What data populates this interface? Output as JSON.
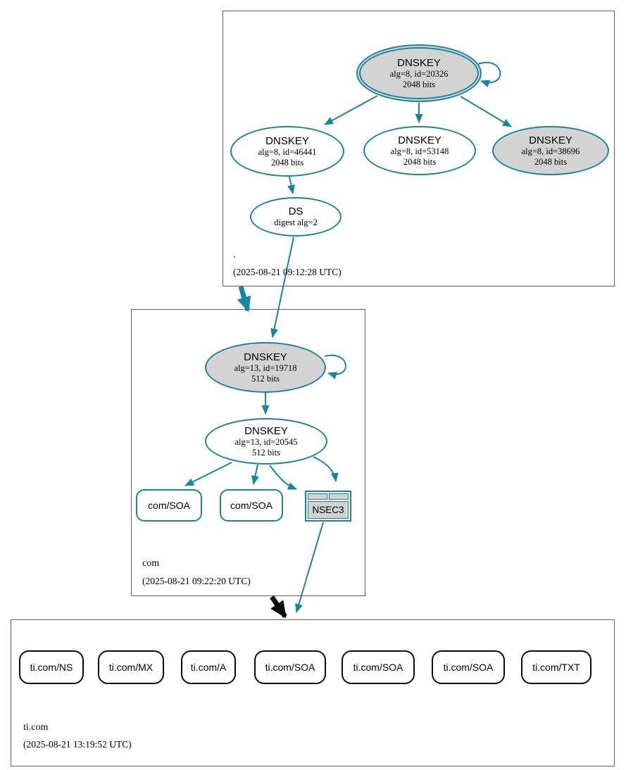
{
  "diagram_type": "dnssec-authentication-chain",
  "colors": {
    "secure_edge_teal": "#17859b",
    "key_gray_fill": "#d3d3d3",
    "zone_box_border": "#5f5f5f",
    "rrset_black_border": "#0b0b0b"
  },
  "zones": {
    "root": {
      "label": ".",
      "timestamp": "(2025-08-21 09:12:28 UTC)",
      "nodes": {
        "ksk_20326": {
          "title": "DNSKEY",
          "line1": "alg=8, id=20326",
          "line2": "2048 bits"
        },
        "zsk_46441": {
          "title": "DNSKEY",
          "line1": "alg=8, id=46441",
          "line2": "2048 bits"
        },
        "zsk_53148": {
          "title": "DNSKEY",
          "line1": "alg=8, id=53148",
          "line2": "2048 bits"
        },
        "ksk_38696": {
          "title": "DNSKEY",
          "line1": "alg=8, id=38696",
          "line2": "2048 bits"
        },
        "ds": {
          "title": "DS",
          "line1": "digest alg=2"
        }
      }
    },
    "com": {
      "label": "com",
      "timestamp": "(2025-08-21 09:22:20 UTC)",
      "nodes": {
        "ksk_19718": {
          "title": "DNSKEY",
          "line1": "alg=13, id=19718",
          "line2": "512 bits"
        },
        "zsk_20545": {
          "title": "DNSKEY",
          "line1": "alg=13, id=20545",
          "line2": "512 bits"
        },
        "soa_1": {
          "label": "com/SOA"
        },
        "soa_2": {
          "label": "com/SOA"
        },
        "nsec3": {
          "label": "NSEC3"
        }
      }
    },
    "ti_com": {
      "label": "ti.com",
      "timestamp": "(2025-08-21 13:19:52 UTC)",
      "rrsets": [
        "ti.com/NS",
        "ti.com/MX",
        "ti.com/A",
        "ti.com/SOA",
        "ti.com/SOA",
        "ti.com/SOA",
        "ti.com/TXT"
      ]
    }
  }
}
